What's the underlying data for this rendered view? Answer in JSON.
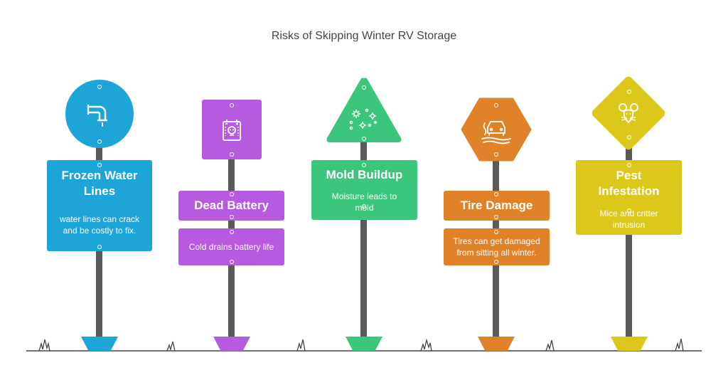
{
  "title": "Risks of Skipping Winter RV Storage",
  "colors": {
    "blue": "#1ea5d8",
    "purple": "#b75ae0",
    "green": "#3cc67d",
    "orange": "#e0822a",
    "yellow": "#dcc81a",
    "pole": "#5a5a5a"
  },
  "signs": [
    {
      "title": "Frozen Water Lines",
      "text": "water lines can crack and be costly to fix.",
      "icon": "pipe-icon",
      "shape": "circle"
    },
    {
      "title": "Dead Battery",
      "text": "Cold drains battery life",
      "icon": "battery-skull-icon",
      "shape": "square"
    },
    {
      "title": "Mold Buildup",
      "text": "Moisture leads to mold",
      "icon": "mold-spores-icon",
      "shape": "triangle"
    },
    {
      "title": "Tire Damage",
      "text": "Tires can get damaged from sitting all winter.",
      "icon": "car-skid-icon",
      "shape": "hexagon"
    },
    {
      "title": "Pest Infestation",
      "text": "Mice and critter intrusion",
      "icon": "mouse-icon",
      "shape": "diamond"
    }
  ]
}
